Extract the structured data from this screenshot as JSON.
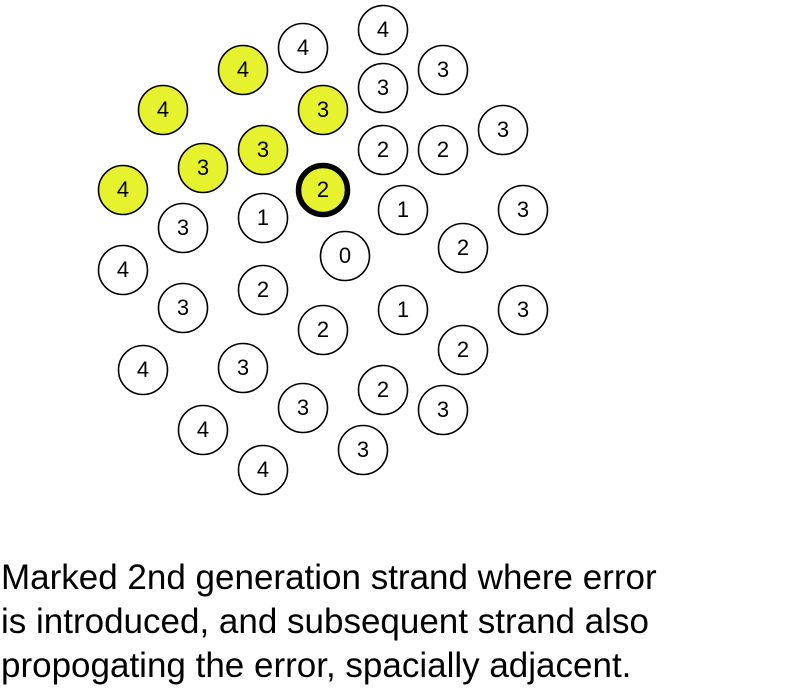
{
  "colors": {
    "highlight_fill": "#e6f22d",
    "normal_fill": "#ffffff",
    "stroke": "#000000"
  },
  "strands": [
    {
      "label": "4",
      "highlighted": false,
      "marked": false
    },
    {
      "label": "4",
      "highlighted": false,
      "marked": false
    },
    {
      "label": "4",
      "highlighted": true,
      "marked": false
    },
    {
      "label": "3",
      "highlighted": false,
      "marked": false
    },
    {
      "label": "3",
      "highlighted": false,
      "marked": false
    },
    {
      "label": "4",
      "highlighted": true,
      "marked": false
    },
    {
      "label": "3",
      "highlighted": true,
      "marked": false
    },
    {
      "label": "3",
      "highlighted": false,
      "marked": false
    },
    {
      "label": "3",
      "highlighted": true,
      "marked": false
    },
    {
      "label": "2",
      "highlighted": false,
      "marked": false
    },
    {
      "label": "2",
      "highlighted": false,
      "marked": false
    },
    {
      "label": "3",
      "highlighted": true,
      "marked": false
    },
    {
      "label": "4",
      "highlighted": true,
      "marked": false
    },
    {
      "label": "2",
      "highlighted": true,
      "marked": true
    },
    {
      "label": "1",
      "highlighted": false,
      "marked": false
    },
    {
      "label": "1",
      "highlighted": false,
      "marked": false
    },
    {
      "label": "3",
      "highlighted": false,
      "marked": false
    },
    {
      "label": "3",
      "highlighted": false,
      "marked": false
    },
    {
      "label": "0",
      "highlighted": false,
      "marked": false
    },
    {
      "label": "2",
      "highlighted": false,
      "marked": false
    },
    {
      "label": "4",
      "highlighted": false,
      "marked": false
    },
    {
      "label": "2",
      "highlighted": false,
      "marked": false
    },
    {
      "label": "3",
      "highlighted": false,
      "marked": false
    },
    {
      "label": "1",
      "highlighted": false,
      "marked": false
    },
    {
      "label": "3",
      "highlighted": false,
      "marked": false
    },
    {
      "label": "2",
      "highlighted": false,
      "marked": false
    },
    {
      "label": "2",
      "highlighted": false,
      "marked": false
    },
    {
      "label": "4",
      "highlighted": false,
      "marked": false
    },
    {
      "label": "3",
      "highlighted": false,
      "marked": false
    },
    {
      "label": "2",
      "highlighted": false,
      "marked": false
    },
    {
      "label": "3",
      "highlighted": false,
      "marked": false
    },
    {
      "label": "3",
      "highlighted": false,
      "marked": false
    },
    {
      "label": "4",
      "highlighted": false,
      "marked": false
    },
    {
      "label": "3",
      "highlighted": false,
      "marked": false
    },
    {
      "label": "4",
      "highlighted": false,
      "marked": false
    }
  ],
  "caption": {
    "line1": "Marked 2nd generation strand where error",
    "line2": "is introduced, and subsequent strand also",
    "line3": "propogating the error, spacially adjacent."
  }
}
